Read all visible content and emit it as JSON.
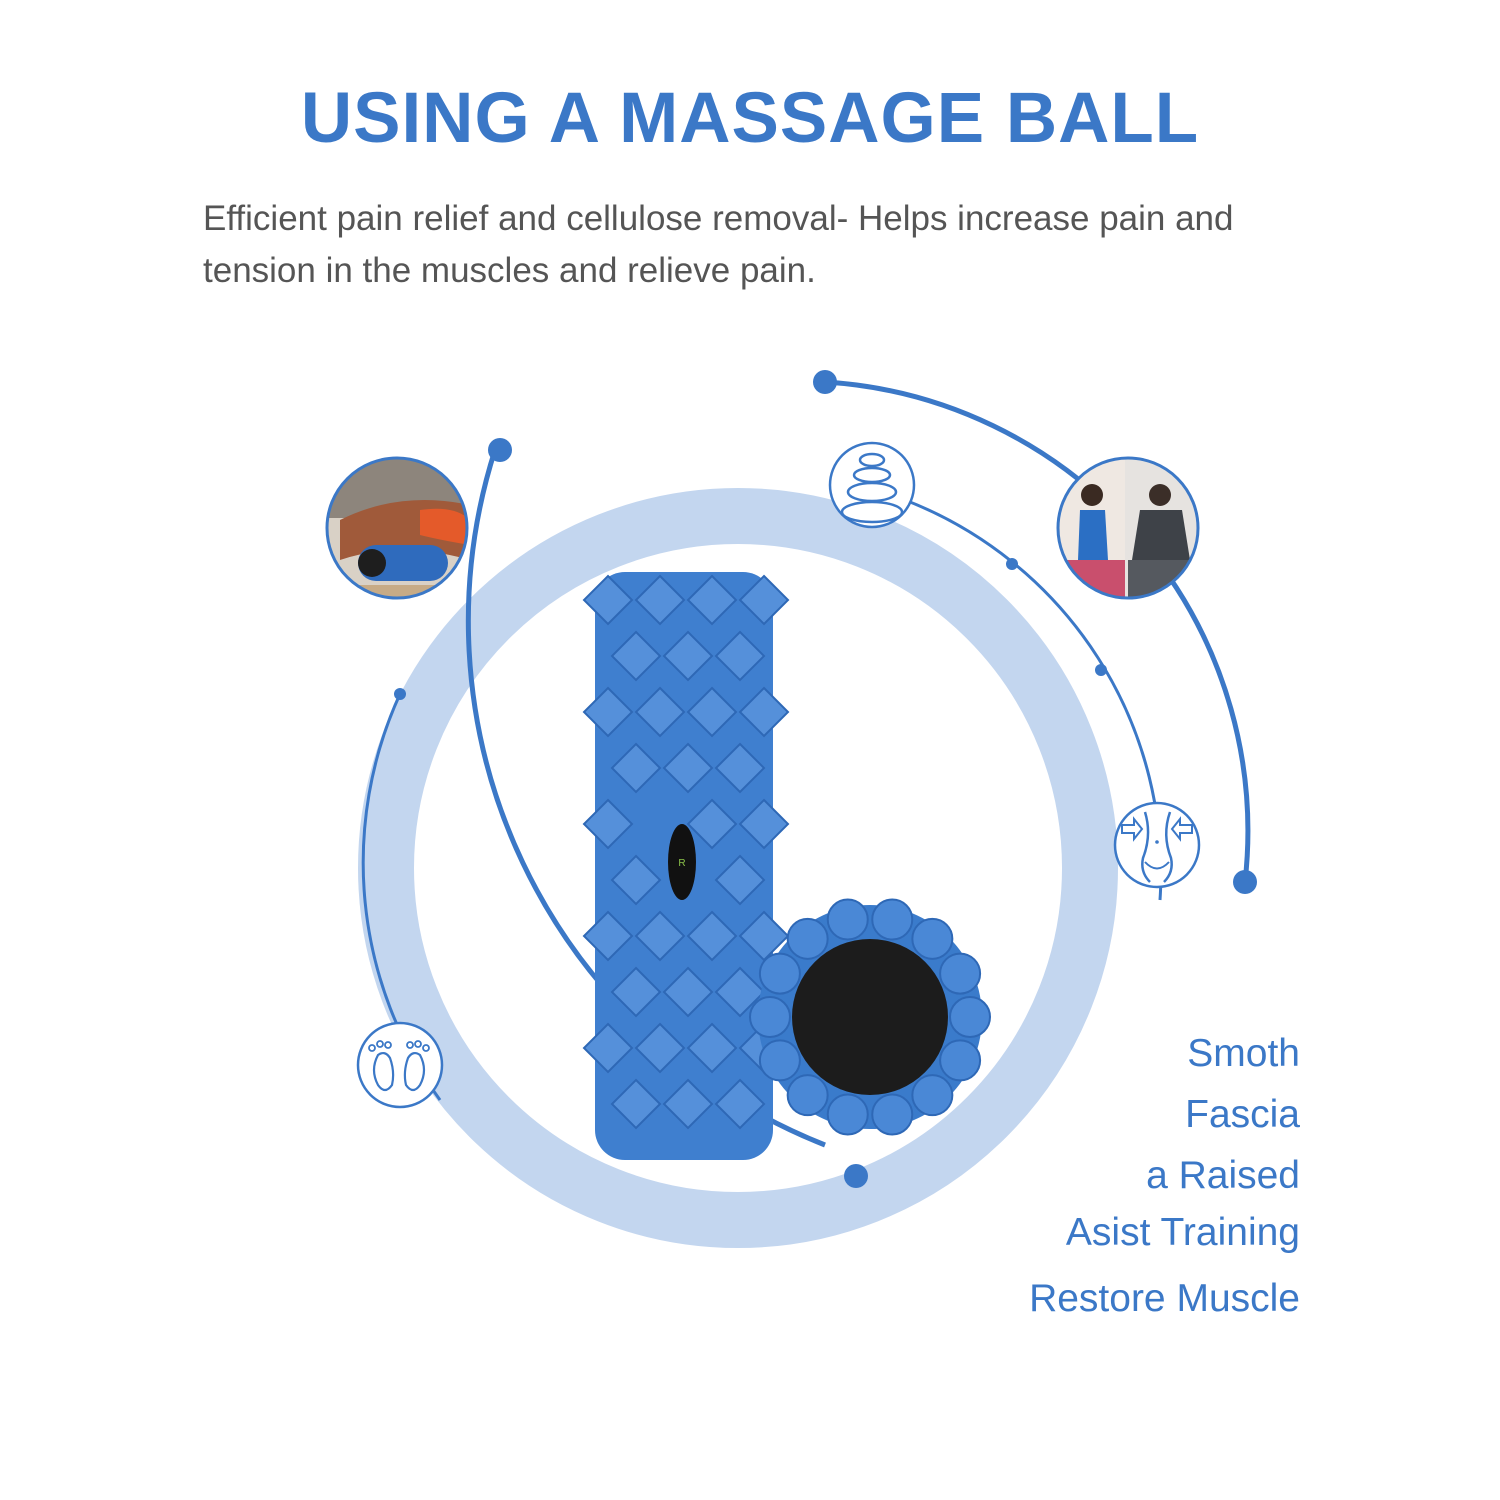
{
  "header": {
    "title": "USING A MASSAGE BALL",
    "subtitle": "Efficient pain relief and cellulose removal- Helps increase pain and tension in the muscles and relieve pain."
  },
  "features": [
    "Smoth",
    "Fascia",
    "a Raised",
    "Asist Training",
    "Restore Muscle"
  ],
  "icons": [
    "massage-photo",
    "stones-icon",
    "stretching-photo",
    "waist-slimming-icon",
    "feet-icon"
  ],
  "colors": {
    "accent": "#3b78c7",
    "ring": "#c3d6ef",
    "roller": "#3f7fcf",
    "text": "#555555"
  }
}
